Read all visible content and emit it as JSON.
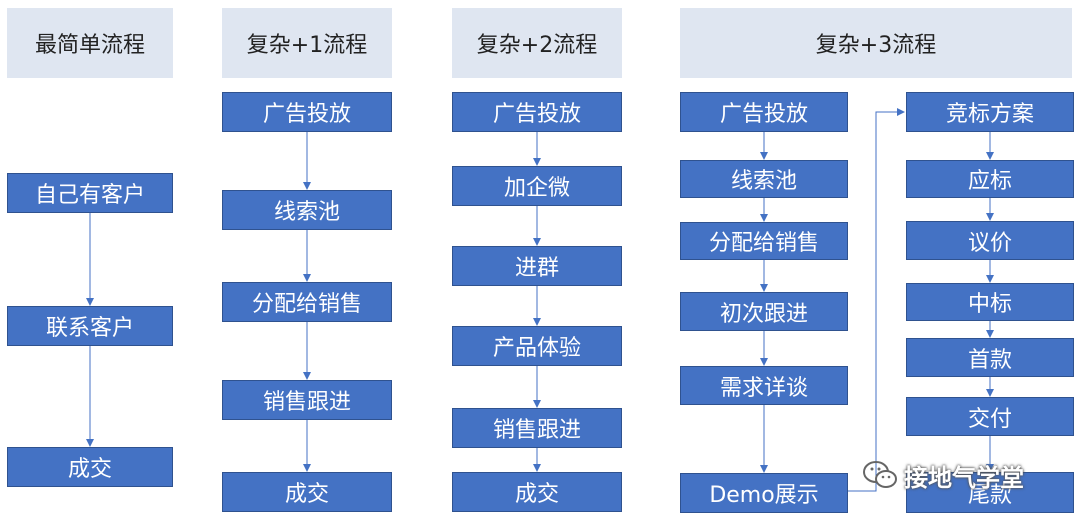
{
  "columns": [
    {
      "header": "最简单流程",
      "steps": [
        "自己有客户",
        "联系客户",
        "成交"
      ]
    },
    {
      "header": "复杂+1流程",
      "steps": [
        "广告投放",
        "线索池",
        "分配给销售",
        "销售跟进",
        "成交"
      ]
    },
    {
      "header": "复杂+2流程",
      "steps": [
        "广告投放",
        "加企微",
        "进群",
        "产品体验",
        "销售跟进",
        "成交"
      ]
    },
    {
      "header": "复杂+3流程",
      "steps_left": [
        "广告投放",
        "线索池",
        "分配给销售",
        "初次跟进",
        "需求详谈",
        "Demo展示"
      ],
      "steps_right": [
        "竞标方案",
        "应标",
        "议价",
        "中标",
        "首款",
        "交付",
        "尾款"
      ]
    }
  ],
  "watermark": {
    "icon": "wechat-icon",
    "text": "接地气学堂"
  },
  "colors": {
    "header_bg": "#dfe6f1",
    "box_fill": "#4472c4",
    "arrow": "#4472c4"
  }
}
